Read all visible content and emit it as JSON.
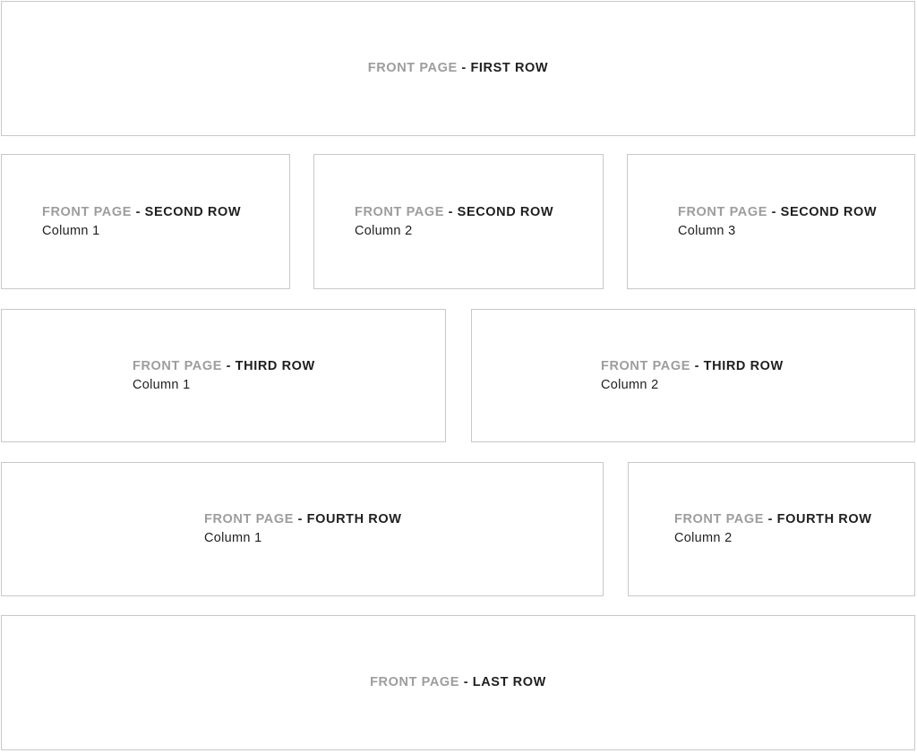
{
  "page": {
    "title": "Front Page Layout Preview",
    "background_color": "#ffffff",
    "border_color": "#c8c8c8",
    "prefix_color": "#9d9d9d",
    "name_color": "#1f1f1f"
  },
  "common": {
    "prefix": "FRONT PAGE",
    "separator": " - "
  },
  "regions": [
    {
      "key": "first-row",
      "prefix": "FRONT PAGE",
      "separator": " - ",
      "name": "FIRST ROW",
      "subtitle": ""
    },
    {
      "key": "second-row-column-1",
      "prefix": "FRONT PAGE",
      "separator": " - ",
      "name": "SECOND ROW",
      "subtitle": "Column 1"
    },
    {
      "key": "second-row-column-2",
      "prefix": "FRONT PAGE",
      "separator": " - ",
      "name": "SECOND ROW",
      "subtitle": "Column 2"
    },
    {
      "key": "second-row-column-3",
      "prefix": "FRONT PAGE",
      "separator": " - ",
      "name": "SECOND ROW",
      "subtitle": "Column 3"
    },
    {
      "key": "third-row-column-1",
      "prefix": "FRONT PAGE",
      "separator": " - ",
      "name": "THIRD ROW",
      "subtitle": "Column 1"
    },
    {
      "key": "third-row-column-2",
      "prefix": "FRONT PAGE",
      "separator": " - ",
      "name": "THIRD ROW",
      "subtitle": "Column 2"
    },
    {
      "key": "fourth-row-column-1",
      "prefix": "FRONT PAGE",
      "separator": " - ",
      "name": "FOURTH ROW",
      "subtitle": "Column 1"
    },
    {
      "key": "fourth-row-column-2",
      "prefix": "FRONT PAGE",
      "separator": " - ",
      "name": "FOURTH ROW",
      "subtitle": "Column 2"
    },
    {
      "key": "last-row",
      "prefix": "FRONT PAGE",
      "separator": " - ",
      "name": "LAST ROW",
      "subtitle": ""
    }
  ]
}
